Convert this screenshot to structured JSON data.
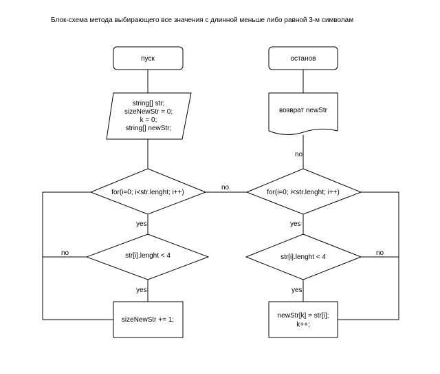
{
  "diagram": {
    "title": "Блок-схема метода выбирающего все значения с длинной меньше либо равной 3-м символам",
    "left": {
      "start": "пуск",
      "init": [
        "string[] str;",
        "sizeNewStr = 0;",
        "k = 0;",
        "string[] newStr;"
      ],
      "loop": "for(i=0; i<str.lenght; i++)",
      "cond": "str[i].lenght < 4",
      "action": "sizeNewStr += 1;"
    },
    "right": {
      "end": "останов",
      "output": "возврат newStr",
      "loop": "for(i=0; i<str.lenght; i++)",
      "cond": "str[i].lenght < 4",
      "action": [
        "newStr[k] = str[i];",
        "k++;"
      ]
    },
    "labels": {
      "yes": "yes",
      "no": "no"
    }
  }
}
